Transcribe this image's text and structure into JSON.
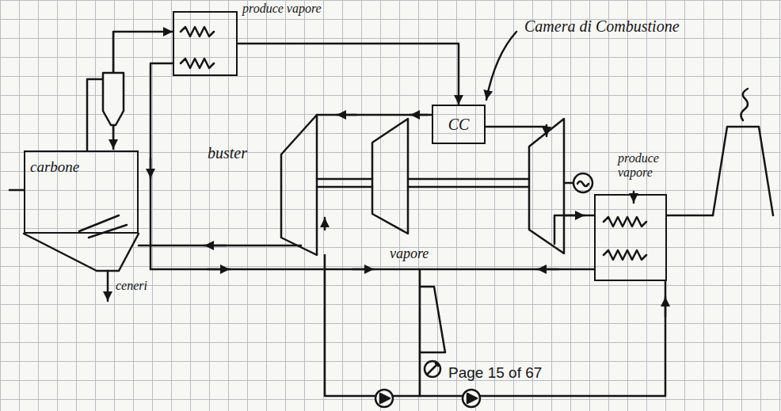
{
  "diagram": {
    "nodes": [
      {
        "text": [
          "carbone"
        ]
      },
      {
        "text": [
          "produce vapore"
        ]
      },
      {
        "text": [
          "CC"
        ]
      },
      {
        "text": [
          "produce vapore"
        ]
      }
    ],
    "edges": [
      {
        "from": 0,
        "to": 1,
        "arrow": "to"
      },
      {
        "from": 1,
        "to": 2,
        "arrow": "to"
      }
    ],
    "labels": [
      "ceneri",
      "Camera di Combustione",
      "buster",
      "vapore",
      "Page 15 of 67"
    ]
  }
}
